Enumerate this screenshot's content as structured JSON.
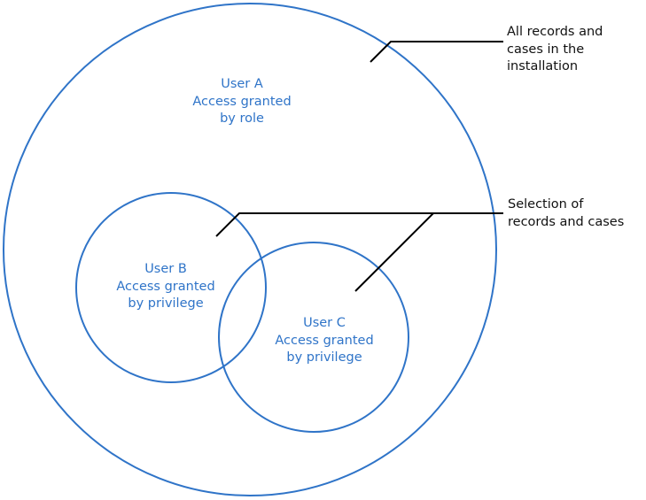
{
  "colors": {
    "circle_stroke": "#2f74c8",
    "label_text": "#2f74c8",
    "callout": "#000000"
  },
  "sets": {
    "installation": {
      "name": "All records and cases in the installation"
    },
    "user_a": {
      "lines": [
        "User A",
        "Access granted",
        "by role"
      ]
    },
    "user_b": {
      "lines": [
        "User B",
        "Access granted",
        "by privilege"
      ]
    },
    "user_c": {
      "lines": [
        "User C",
        "Access granted",
        "by privilege"
      ]
    }
  },
  "callouts": {
    "all_records": {
      "lines": [
        "All records and",
        "cases in the",
        "installation"
      ]
    },
    "selection": {
      "lines": [
        "Selection of",
        "records and cases"
      ]
    }
  }
}
